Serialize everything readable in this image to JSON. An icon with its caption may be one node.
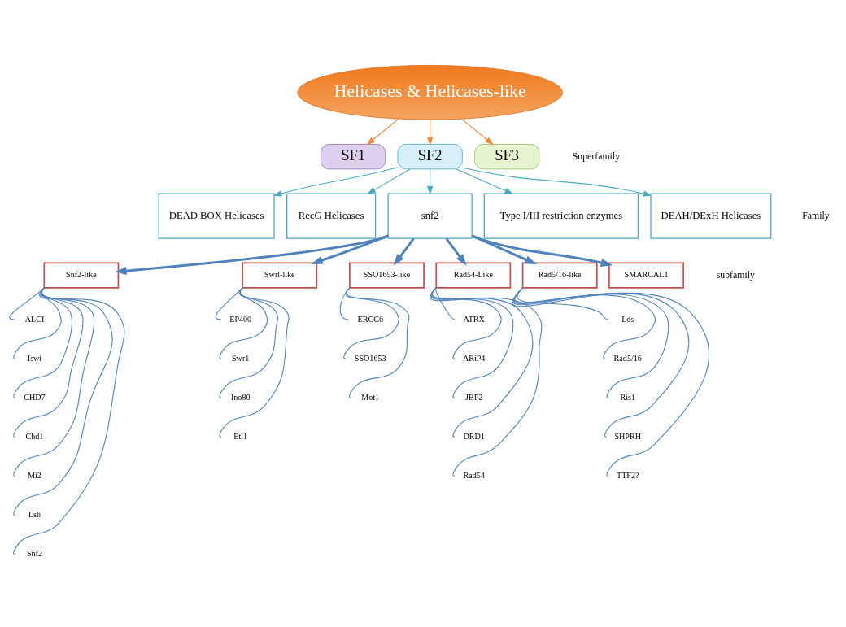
{
  "diagram": {
    "nodes": [
      {
        "text": [
          "Helicases & Helicases-like"
        ]
      },
      {
        "text": [
          "SF1"
        ]
      },
      {
        "text": [
          "SF2"
        ]
      },
      {
        "text": [
          "SF3"
        ]
      },
      {
        "text": [
          "DEAD BOX Helicases"
        ]
      },
      {
        "text": [
          "RecG Helicases"
        ]
      },
      {
        "text": [
          "snf2"
        ]
      },
      {
        "text": [
          "Type I/III restriction enzymes"
        ]
      },
      {
        "text": [
          "DEAH/DExH Helicases"
        ]
      },
      {
        "text": [
          "Snf2-like"
        ]
      },
      {
        "text": [
          "Swrl-like"
        ]
      },
      {
        "text": [
          "SSO1653-like"
        ]
      },
      {
        "text": [
          "Rad54-Like"
        ]
      },
      {
        "text": [
          "Rad5/16-like"
        ]
      },
      {
        "text": [
          "SMARCAL1"
        ]
      },
      {
        "text": [
          "ALCI"
        ]
      },
      {
        "text": [
          "Iswi"
        ]
      },
      {
        "text": [
          "CHD7"
        ]
      },
      {
        "text": [
          "Chd1"
        ]
      },
      {
        "text": [
          "Mi2"
        ]
      },
      {
        "text": [
          "Lsh"
        ]
      },
      {
        "text": [
          "Snf2"
        ]
      },
      {
        "text": [
          "EP400"
        ]
      },
      {
        "text": [
          "Swr1"
        ]
      },
      {
        "text": [
          "Ino80"
        ]
      },
      {
        "text": [
          "Etl1"
        ]
      },
      {
        "text": [
          "ERCC6"
        ]
      },
      {
        "text": [
          "SSO1653"
        ]
      },
      {
        "text": [
          "Mot1"
        ]
      },
      {
        "text": [
          "ATRX"
        ]
      },
      {
        "text": [
          "ARiP4"
        ]
      },
      {
        "text": [
          "JBP2"
        ]
      },
      {
        "text": [
          "DRD1"
        ]
      },
      {
        "text": [
          "Rad54"
        ]
      },
      {
        "text": [
          "Lds"
        ]
      },
      {
        "text": [
          "Rad5/16"
        ]
      },
      {
        "text": [
          "Ris1"
        ]
      },
      {
        "text": [
          "SHPRH"
        ]
      },
      {
        "text": [
          "TTF2?"
        ]
      }
    ],
    "edges": [
      {
        "from": 0,
        "to": 1,
        "arrow": "to",
        "color": "#f0883a"
      },
      {
        "from": 0,
        "to": 2,
        "arrow": "to",
        "color": "#f0883a"
      },
      {
        "from": 0,
        "to": 3,
        "arrow": "to",
        "color": "#f0883a"
      },
      {
        "from": 2,
        "to": 4,
        "arrow": "to",
        "color": "#4aa8c0"
      },
      {
        "from": 2,
        "to": 5,
        "arrow": "to",
        "color": "#4aa8c0"
      },
      {
        "from": 2,
        "to": 6,
        "arrow": "to",
        "color": "#4aa8c0"
      },
      {
        "from": 2,
        "to": 7,
        "arrow": "to",
        "color": "#4aa8c0"
      },
      {
        "from": 2,
        "to": 8,
        "arrow": "to",
        "color": "#4aa8c0"
      },
      {
        "from": 6,
        "to": 9,
        "arrow": "to",
        "style": "thick"
      },
      {
        "from": 6,
        "to": 10,
        "arrow": "to",
        "style": "thick"
      },
      {
        "from": 6,
        "to": 11,
        "arrow": "to",
        "style": "thick"
      },
      {
        "from": 6,
        "to": 12,
        "arrow": "to",
        "style": "thick"
      },
      {
        "from": 6,
        "to": 13,
        "arrow": "to",
        "style": "thick"
      },
      {
        "from": 6,
        "to": 14,
        "arrow": "to",
        "style": "thick"
      },
      {
        "from": 9,
        "to": 15,
        "arrow": "none"
      },
      {
        "from": 9,
        "to": 16,
        "arrow": "none"
      },
      {
        "from": 9,
        "to": 17,
        "arrow": "none"
      },
      {
        "from": 9,
        "to": 18,
        "arrow": "none"
      },
      {
        "from": 9,
        "to": 19,
        "arrow": "none"
      },
      {
        "from": 9,
        "to": 20,
        "arrow": "none"
      },
      {
        "from": 9,
        "to": 21,
        "arrow": "none"
      },
      {
        "from": 10,
        "to": 22,
        "arrow": "none"
      },
      {
        "from": 10,
        "to": 23,
        "arrow": "none"
      },
      {
        "from": 10,
        "to": 24,
        "arrow": "none"
      },
      {
        "from": 10,
        "to": 25,
        "arrow": "none"
      },
      {
        "from": 11,
        "to": 26,
        "arrow": "none"
      },
      {
        "from": 11,
        "to": 27,
        "arrow": "none"
      },
      {
        "from": 11,
        "to": 28,
        "arrow": "none"
      },
      {
        "from": 12,
        "to": 29,
        "arrow": "none"
      },
      {
        "from": 12,
        "to": 30,
        "arrow": "none"
      },
      {
        "from": 12,
        "to": 31,
        "arrow": "none"
      },
      {
        "from": 12,
        "to": 32,
        "arrow": "none"
      },
      {
        "from": 12,
        "to": 33,
        "arrow": "none"
      },
      {
        "from": 13,
        "to": 34,
        "arrow": "none"
      },
      {
        "from": 13,
        "to": 35,
        "arrow": "none"
      },
      {
        "from": 13,
        "to": 36,
        "arrow": "none"
      },
      {
        "from": 13,
        "to": 37,
        "arrow": "none"
      },
      {
        "from": 13,
        "to": 38,
        "arrow": "none"
      }
    ],
    "labels": [
      "Superfamily",
      "Family",
      "subfamily"
    ]
  }
}
